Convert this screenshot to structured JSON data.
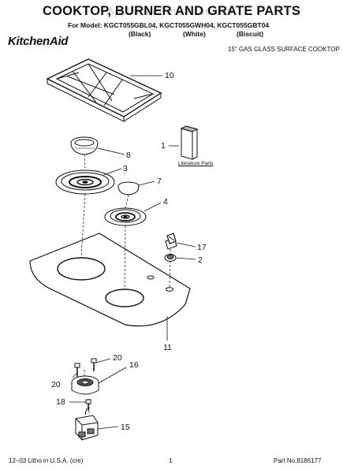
{
  "header": {
    "title": "COOKTOP, BURNER AND GRATE PARTS",
    "watermark": "AppliancePartsPros.com",
    "model_line": "For Model: KGCT055GBL04, KGCT055GWH04, KGCT055GBT04",
    "colors": [
      "(Black)",
      "(White)",
      "(Biscuit)"
    ],
    "brand": "KitchenAid",
    "subtitle": "15\" GAS GLASS SURFACE COOKTOP"
  },
  "diagram": {
    "literature_label": "Literature Parts",
    "callouts": {
      "grate": "10",
      "literature": "1",
      "cap_large": "8",
      "burner_base_large": "3",
      "cap_small": "7",
      "burner_base_small": "4",
      "knob": "17",
      "bezel": "2",
      "cooktop_glass": "11",
      "screw_top": "20",
      "screw_left": "20",
      "burner_valve": "16",
      "screw_small": "18",
      "igniter_bracket": "15"
    }
  },
  "footer": {
    "litho": "12–03 Litho in U.S.A. (cre)",
    "page": "1",
    "part_no": "Part No.8186177"
  }
}
